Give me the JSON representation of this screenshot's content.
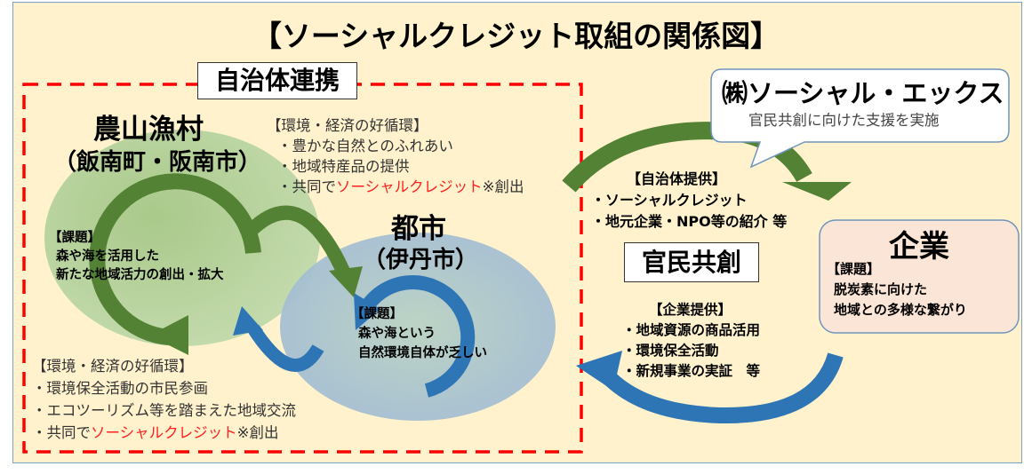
{
  "title": "【ソーシャルクレジット取組の関係図】",
  "municipal_collab": {
    "label": "自治体連携",
    "rural": {
      "name": "農山漁村",
      "cities": "（飯南町・阪南市）",
      "issue_heading": "【課題】",
      "issue_lines": [
        "森や海を活用した",
        "新たな地域活力の創出・拡大"
      ]
    },
    "rural_cycle": {
      "heading": "【環境・経済の好循環】",
      "lines": [
        "・豊かな自然とのふれあい",
        "・地域特産品の提供"
      ],
      "last_prefix": "・共同で",
      "last_highlight": "ソーシャルクレジット",
      "last_suffix": "※創出"
    },
    "urban": {
      "name": "都市",
      "cities": "（伊丹市）",
      "issue_heading": "【課題】",
      "issue_lines": [
        "森や海という",
        "自然環境自体が乏しい"
      ]
    },
    "urban_cycle": {
      "heading": "【環境・経済の好循環】",
      "lines": [
        "・環境保全活動の市民参画",
        "・エコツーリズム等を踏まえた地域交流"
      ],
      "last_prefix": "・共同で",
      "last_highlight": "ソーシャルクレジット",
      "last_suffix": "※創出"
    }
  },
  "support_company": {
    "name": "㈱ソーシャル・エックス",
    "description": "官民共創に向けた支援を実施"
  },
  "municipal_provides": {
    "heading": "【自治体提供】",
    "lines": [
      "・ソーシャルクレジット",
      "・地元企業・NPO等の紹介 等"
    ]
  },
  "co_creation_label": "官民共創",
  "company_provides": {
    "heading": "【企業提供】",
    "lines": [
      "・地域資源の商品活用",
      "・環境保全活動",
      "・新規事業の実証　等"
    ]
  },
  "company": {
    "name": "企業",
    "issue_heading": "【課題】",
    "issue_lines": [
      "脱炭素に向けた",
      "地域との多様な繋がり"
    ]
  },
  "colors": {
    "background": "#fff2cc",
    "green": "#548235",
    "blue": "#2e75b6",
    "dashed_border": "#ff0000",
    "highlight_text": "#ff2020",
    "company_box": "#fbe5d6"
  }
}
